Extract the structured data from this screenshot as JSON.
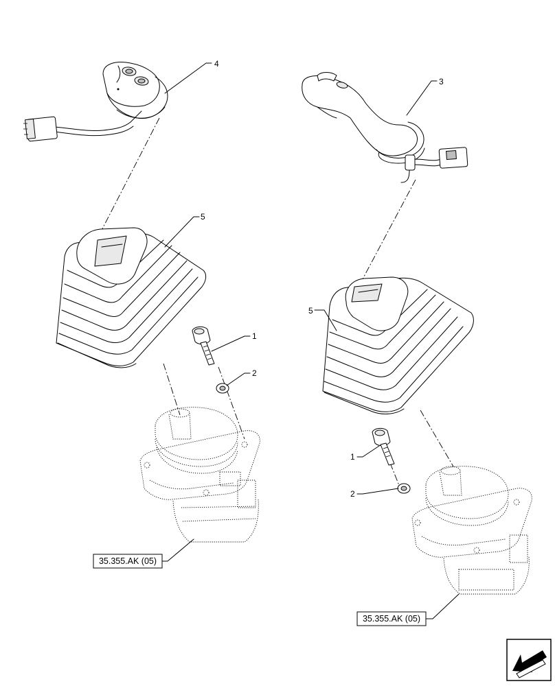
{
  "callouts": {
    "grip_left": "4",
    "grip_right": "3",
    "boot_left": "5",
    "boot_right": "5",
    "screw_left": "1",
    "washer_left": "2",
    "screw_right": "1",
    "washer_right": "2"
  },
  "references": {
    "valve_left": "35.355.AK (05)",
    "valve_right": "35.355.AK (05)"
  },
  "icons": {
    "nav": "arrow-back-icon"
  }
}
